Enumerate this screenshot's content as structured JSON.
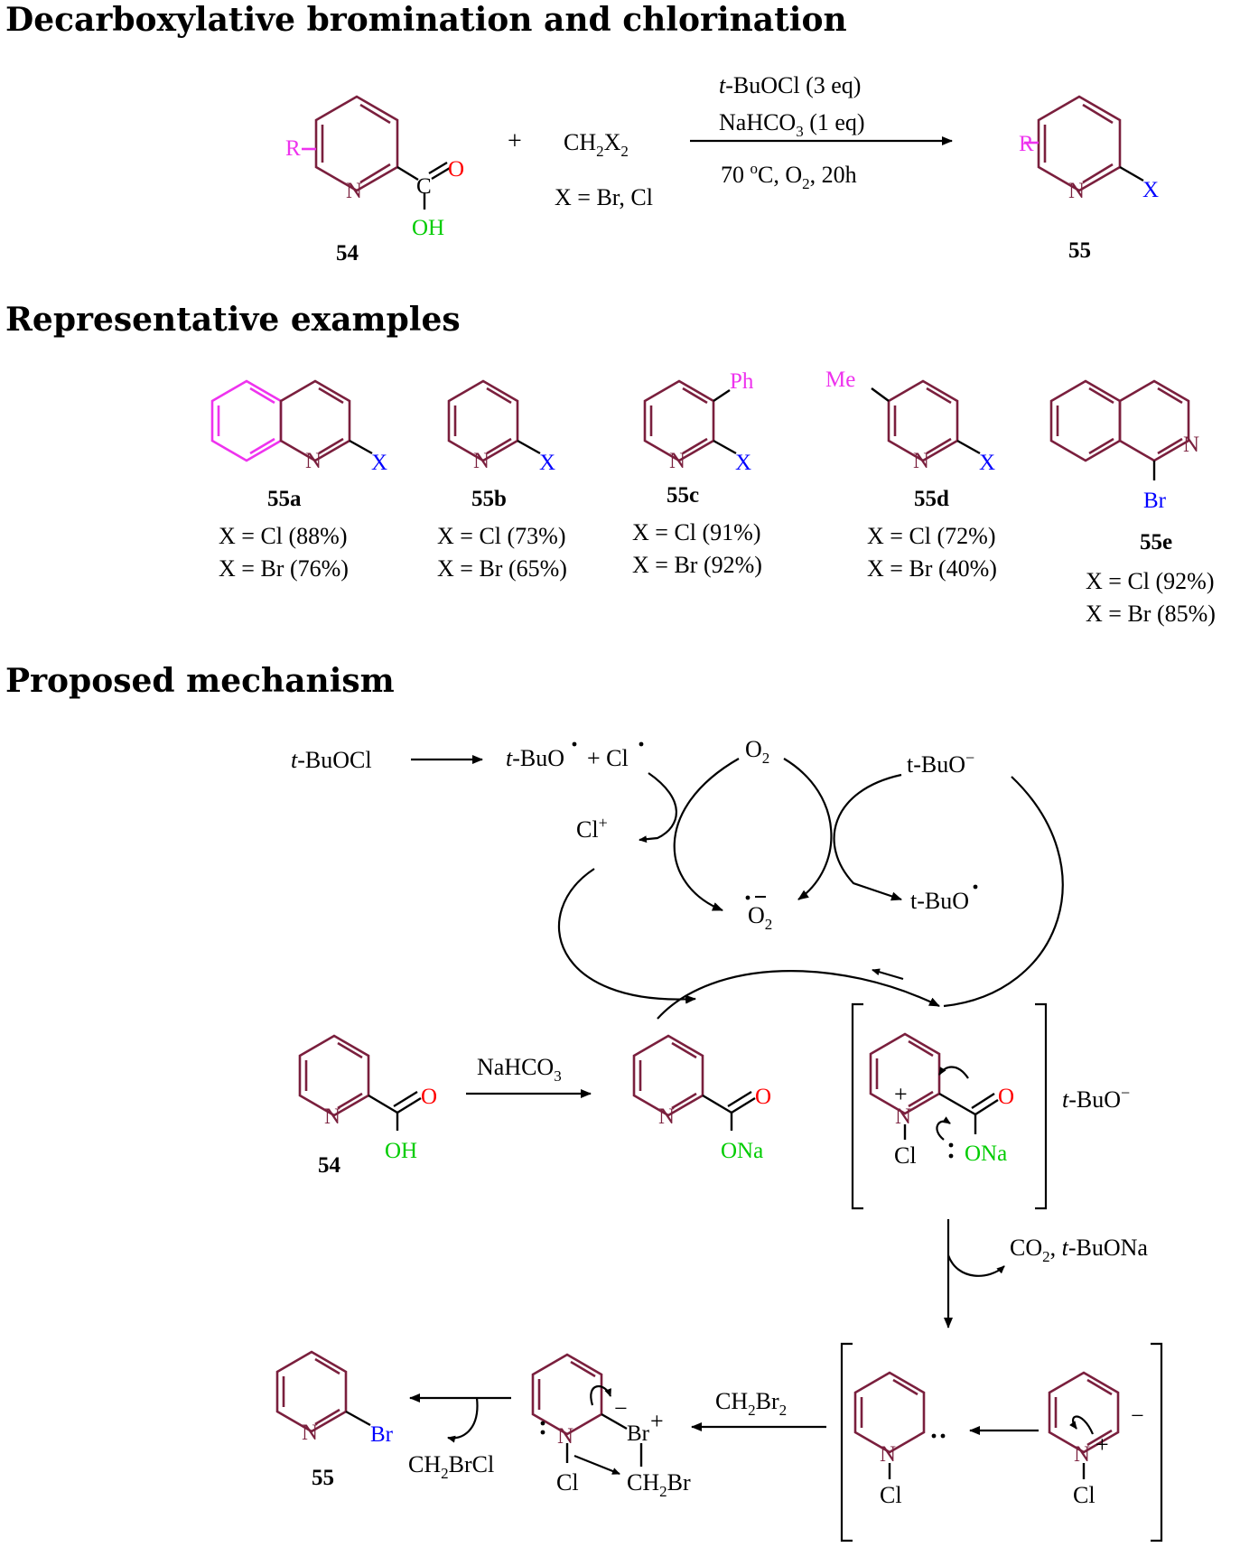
{
  "sections": {
    "s1": "Decarboxylative bromination and chlorination",
    "s2": "Representative examples",
    "s3": "Proposed mechanism"
  },
  "colors": {
    "ring": "#7a1f3d",
    "magenta": "#ee33ee",
    "red": "#ff0000",
    "green": "#00cc00",
    "blue": "#0000ff"
  },
  "reaction": {
    "reagent_main": "CH2X2",
    "x_def": "X = Br, Cl",
    "plus": "+",
    "cond1_it": "t",
    "cond1": "-BuOCl (3 eq)",
    "cond2": "NaHCO3 (1 eq)",
    "cond3": "70 oC, O2, 20h",
    "start_label": "54",
    "product_label": "55",
    "atoms": {
      "R": "R",
      "N": "N",
      "C": "C",
      "O": "O",
      "OH": "OH",
      "X": "X"
    }
  },
  "examples": [
    {
      "id": "55a",
      "y1": "X = Cl (88%)",
      "y2": "X = Br (76%)"
    },
    {
      "id": "55b",
      "y1": "X = Cl (73%)",
      "y2": "X = Br (65%)"
    },
    {
      "id": "55c",
      "y1": "X = Cl (91%)",
      "y2": "X = Br (92%)",
      "sub": "Ph"
    },
    {
      "id": "55d",
      "y1": "X = Cl (72%)",
      "y2": "X = Br (40%)",
      "sub": "Me"
    },
    {
      "id": "55e",
      "y1": "X = Cl (92%)",
      "y2": "X = Br (85%)",
      "sub": "Br"
    }
  ],
  "mechanism": {
    "tbuocl": "-BuOCl",
    "tbuo_rad": "-BuO",
    "plus_cl": "+ Cl",
    "o2": "O2",
    "tbuo_minus": "t-BuO",
    "cl_plus": "Cl",
    "superoxide": "O2",
    "tbuo_rad2": "t-BuO",
    "nahco3": "NaHCO3",
    "ona": "ONa",
    "oh": "OH",
    "cl": "Cl",
    "label54": "54",
    "tbuo_counter": "-BuO",
    "co2": "CO2, ",
    "tbuona": "-BuONa",
    "ch2br2": "CH2Br2",
    "ch2brcl": "CH2BrCl",
    "ch2br": "CH2Br",
    "br": "Br",
    "label55": "55"
  }
}
